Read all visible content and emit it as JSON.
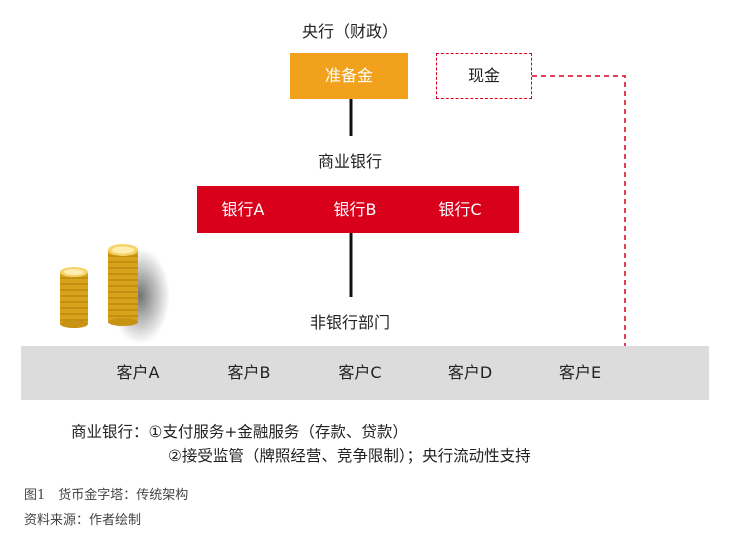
{
  "diagram": {
    "central_bank_title": "央行（财政）",
    "reserve_label": "准备金",
    "cash_label": "现金",
    "commercial_bank_title": "商业银行",
    "banks": [
      "银行A",
      "银行B",
      "银行C"
    ],
    "non_bank_title": "非银行部门",
    "clients": [
      "客户A",
      "客户B",
      "客户C",
      "客户D",
      "客户E"
    ],
    "colors": {
      "reserve": "#f2a11d",
      "bank_bar": "#d9001b",
      "cash_border": "#d9001b",
      "client_bar": "#dcdcdc",
      "coin": "#d9a21b"
    }
  },
  "notes": {
    "line1": "商业银行：①支付服务+金融服务（存款、贷款）",
    "line2": "②接受监管（牌照经营、竞争限制）；央行流动性支持"
  },
  "caption": "图1　货币金字塔：传统架构",
  "source": "资料来源：作者绘制"
}
